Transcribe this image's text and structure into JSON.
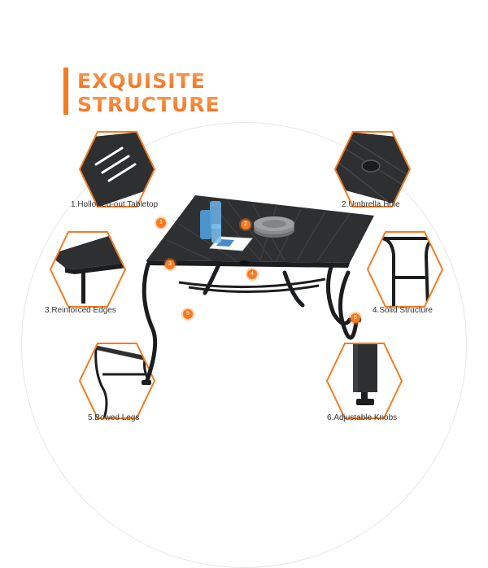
{
  "header": {
    "line1": "EXQUISITE",
    "line2": "STRUCTURE"
  },
  "features": [
    {
      "label": "1.Hollowed-out Tabletop"
    },
    {
      "label": "2.Umbrella Hole"
    },
    {
      "label": "3.Reinforced Edges"
    },
    {
      "label": "4.Solid Structure"
    },
    {
      "label": "5.Bowed Legs"
    },
    {
      "label": "6.Adjustable Knobs"
    }
  ],
  "markers": [
    "1",
    "2",
    "3",
    "4",
    "5",
    "6"
  ],
  "colors": {
    "accent": "#f47b20",
    "title_gradient_top": "#f7a15c",
    "title_gradient_bottom": "#f16a12",
    "table": "#2e2f31",
    "table_edge": "#1c1d1f"
  }
}
